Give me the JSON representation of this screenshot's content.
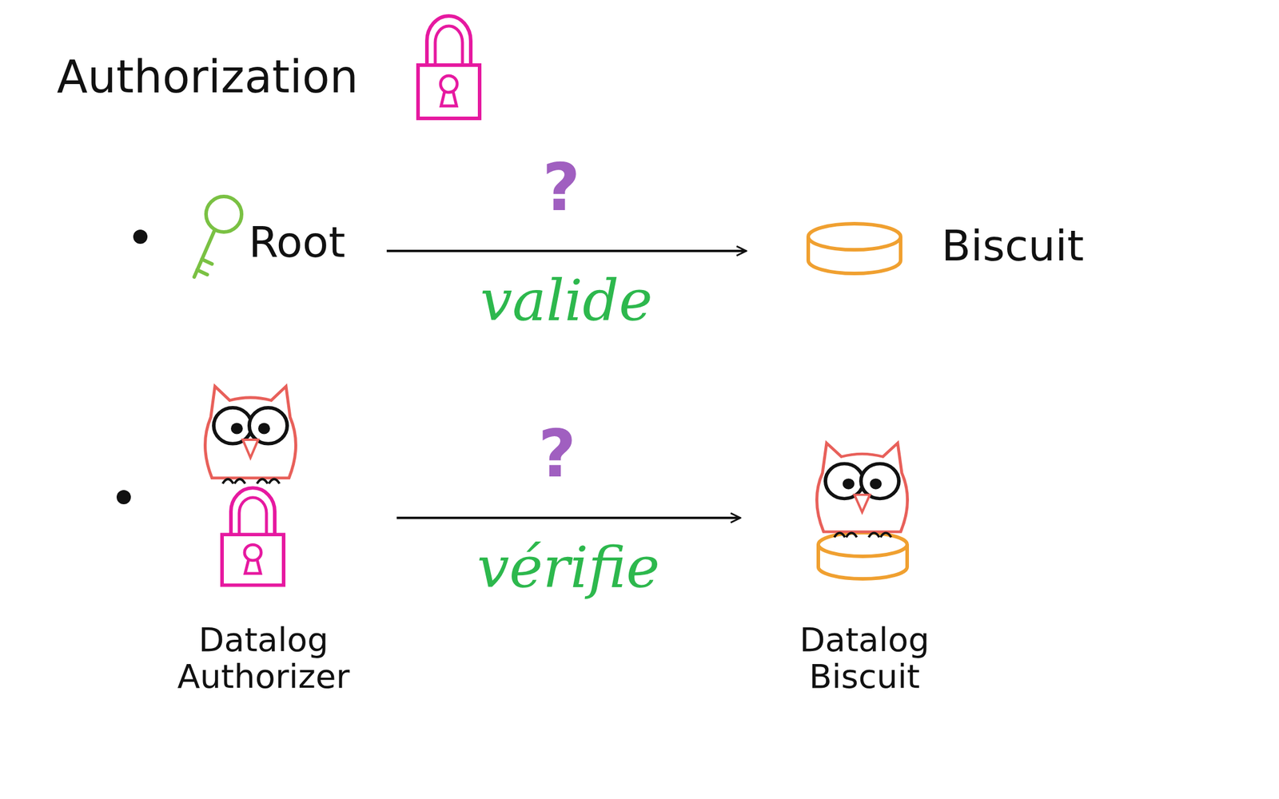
{
  "diagram": {
    "title": "Authorization",
    "nodes": [
      {
        "text": [
          "Root"
        ]
      },
      {
        "text": [
          "Biscuit"
        ]
      },
      {
        "text": [
          "Datalog Authorizer"
        ]
      },
      {
        "text": [
          "Datalog Biscuit"
        ]
      }
    ],
    "edges": [
      {
        "from": 0,
        "to": 1,
        "arrow": "to",
        "label": "valide"
      },
      {
        "from": 2,
        "to": 3,
        "arrow": "to",
        "label": "vérifie"
      }
    ],
    "labels": [
      "?",
      "?"
    ]
  }
}
